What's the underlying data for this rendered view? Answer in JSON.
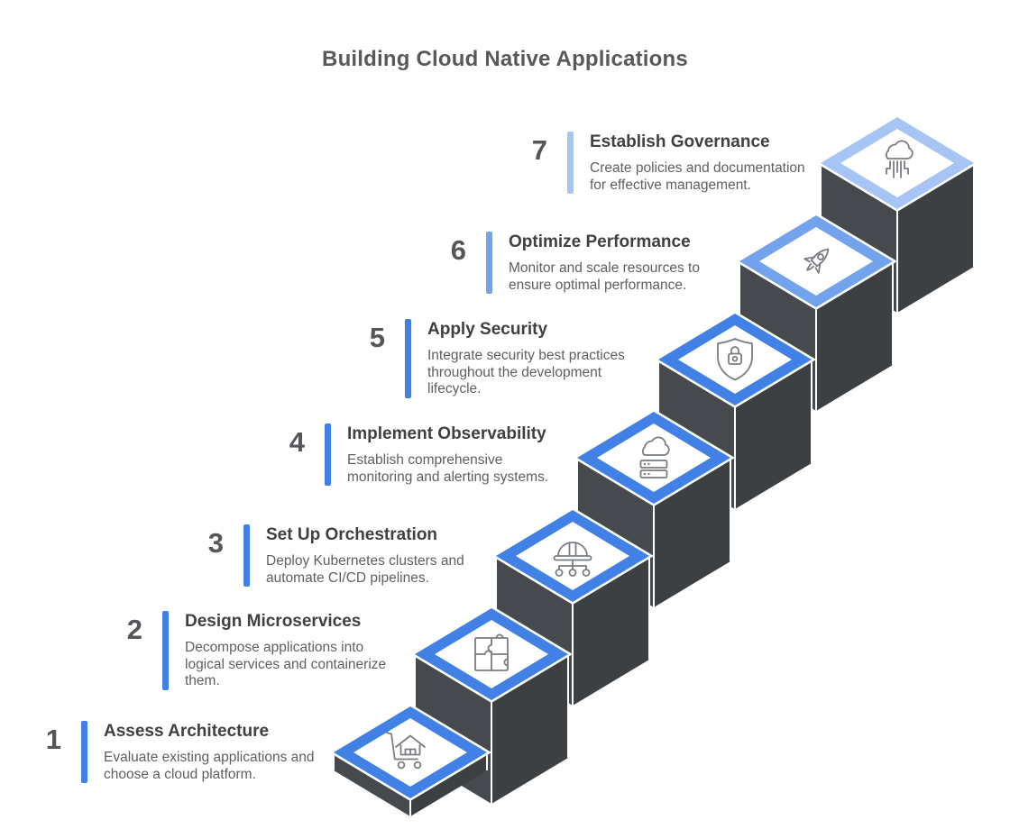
{
  "title": "Building Cloud Native Applications",
  "colors": {
    "accent_strong": "#4180e4",
    "accent_medium": "#74a3ee",
    "accent_light": "#a6c4f4",
    "block_left_face": "#46494d",
    "block_right_face": "#3c4043",
    "icon_stroke": "#7a7d81"
  },
  "steps": [
    {
      "number": "1",
      "title": "Assess Architecture",
      "description": "Evaluate existing applications and choose a cloud platform.",
      "icon": "cart-house-icon",
      "accent": "#4180e4"
    },
    {
      "number": "2",
      "title": "Design Microservices",
      "description": "Decompose applications into logical services and containerize them.",
      "icon": "puzzle-icon",
      "accent": "#4180e4"
    },
    {
      "number": "3",
      "title": "Set Up Orchestration",
      "description": "Deploy Kubernetes clusters and automate CI/CD pipelines.",
      "icon": "hardhat-network-icon",
      "accent": "#4180e4"
    },
    {
      "number": "4",
      "title": "Implement Observability",
      "description": "Establish comprehensive monitoring and alerting systems.",
      "icon": "cloud-server-icon",
      "accent": "#4180e4"
    },
    {
      "number": "5",
      "title": "Apply Security",
      "description": "Integrate security best practices throughout the development lifecycle.",
      "icon": "shield-lock-icon",
      "accent": "#4180e4"
    },
    {
      "number": "6",
      "title": "Optimize Performance",
      "description": "Monitor and scale resources to ensure optimal performance.",
      "icon": "rocket-icon",
      "accent": "#74a3ee"
    },
    {
      "number": "7",
      "title": "Establish Governance",
      "description": "Create policies and documentation for effective management.",
      "icon": "cloud-circuit-icon",
      "accent": "#a6c4f4"
    }
  ]
}
